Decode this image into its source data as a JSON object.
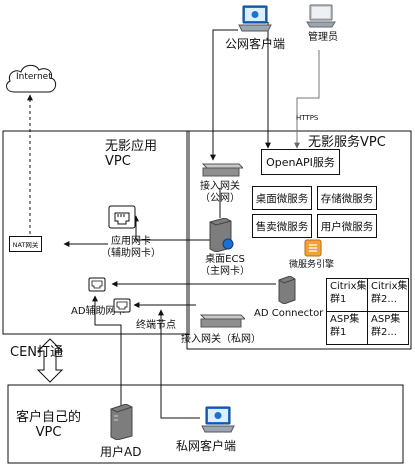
{
  "title": "",
  "labels": {
    "internet": "Internet",
    "public_client": "公网客户端",
    "admin": "管理员",
    "https": "HTTPS",
    "wuying_service_vpc": "无影服务VPC",
    "openapi": "OpenAPI服务",
    "gw_public": "接入网关\n（公网）",
    "desktop_ecs": "桌面ECS\n（主网卡）",
    "wuying_app_vpc": "无影应用\nVPC",
    "app_nic": "应用网卡\n（辅助网卡）",
    "nat_gw": "NAT网关",
    "ad_aux_nic": "AD辅助网卡",
    "terminal_node": "终端节点",
    "gw_private": "接入网关（私网）",
    "ad_connector": "AD Connector",
    "ms_engine": "微服务引擎",
    "cen": "CEN打通",
    "customer_vpc": "客户自己的\nVPC",
    "user_ad": "用户AD",
    "private_client": "私网客户端"
  },
  "micro_services": [
    "桌面微服务",
    "存储微服务",
    "售卖微服务",
    "用户微服务"
  ],
  "clusters": [
    "Citrix集\n群1",
    "Citrix集\n群2...",
    "ASP集\n群1",
    "ASP集\n群2..."
  ],
  "colors": {
    "line": "#111111",
    "arrow_gray": "#666666",
    "laptop_blue": "#1e6fd0",
    "server_gray": "#7d7d7d",
    "engine_orange": "#f2a23a"
  }
}
